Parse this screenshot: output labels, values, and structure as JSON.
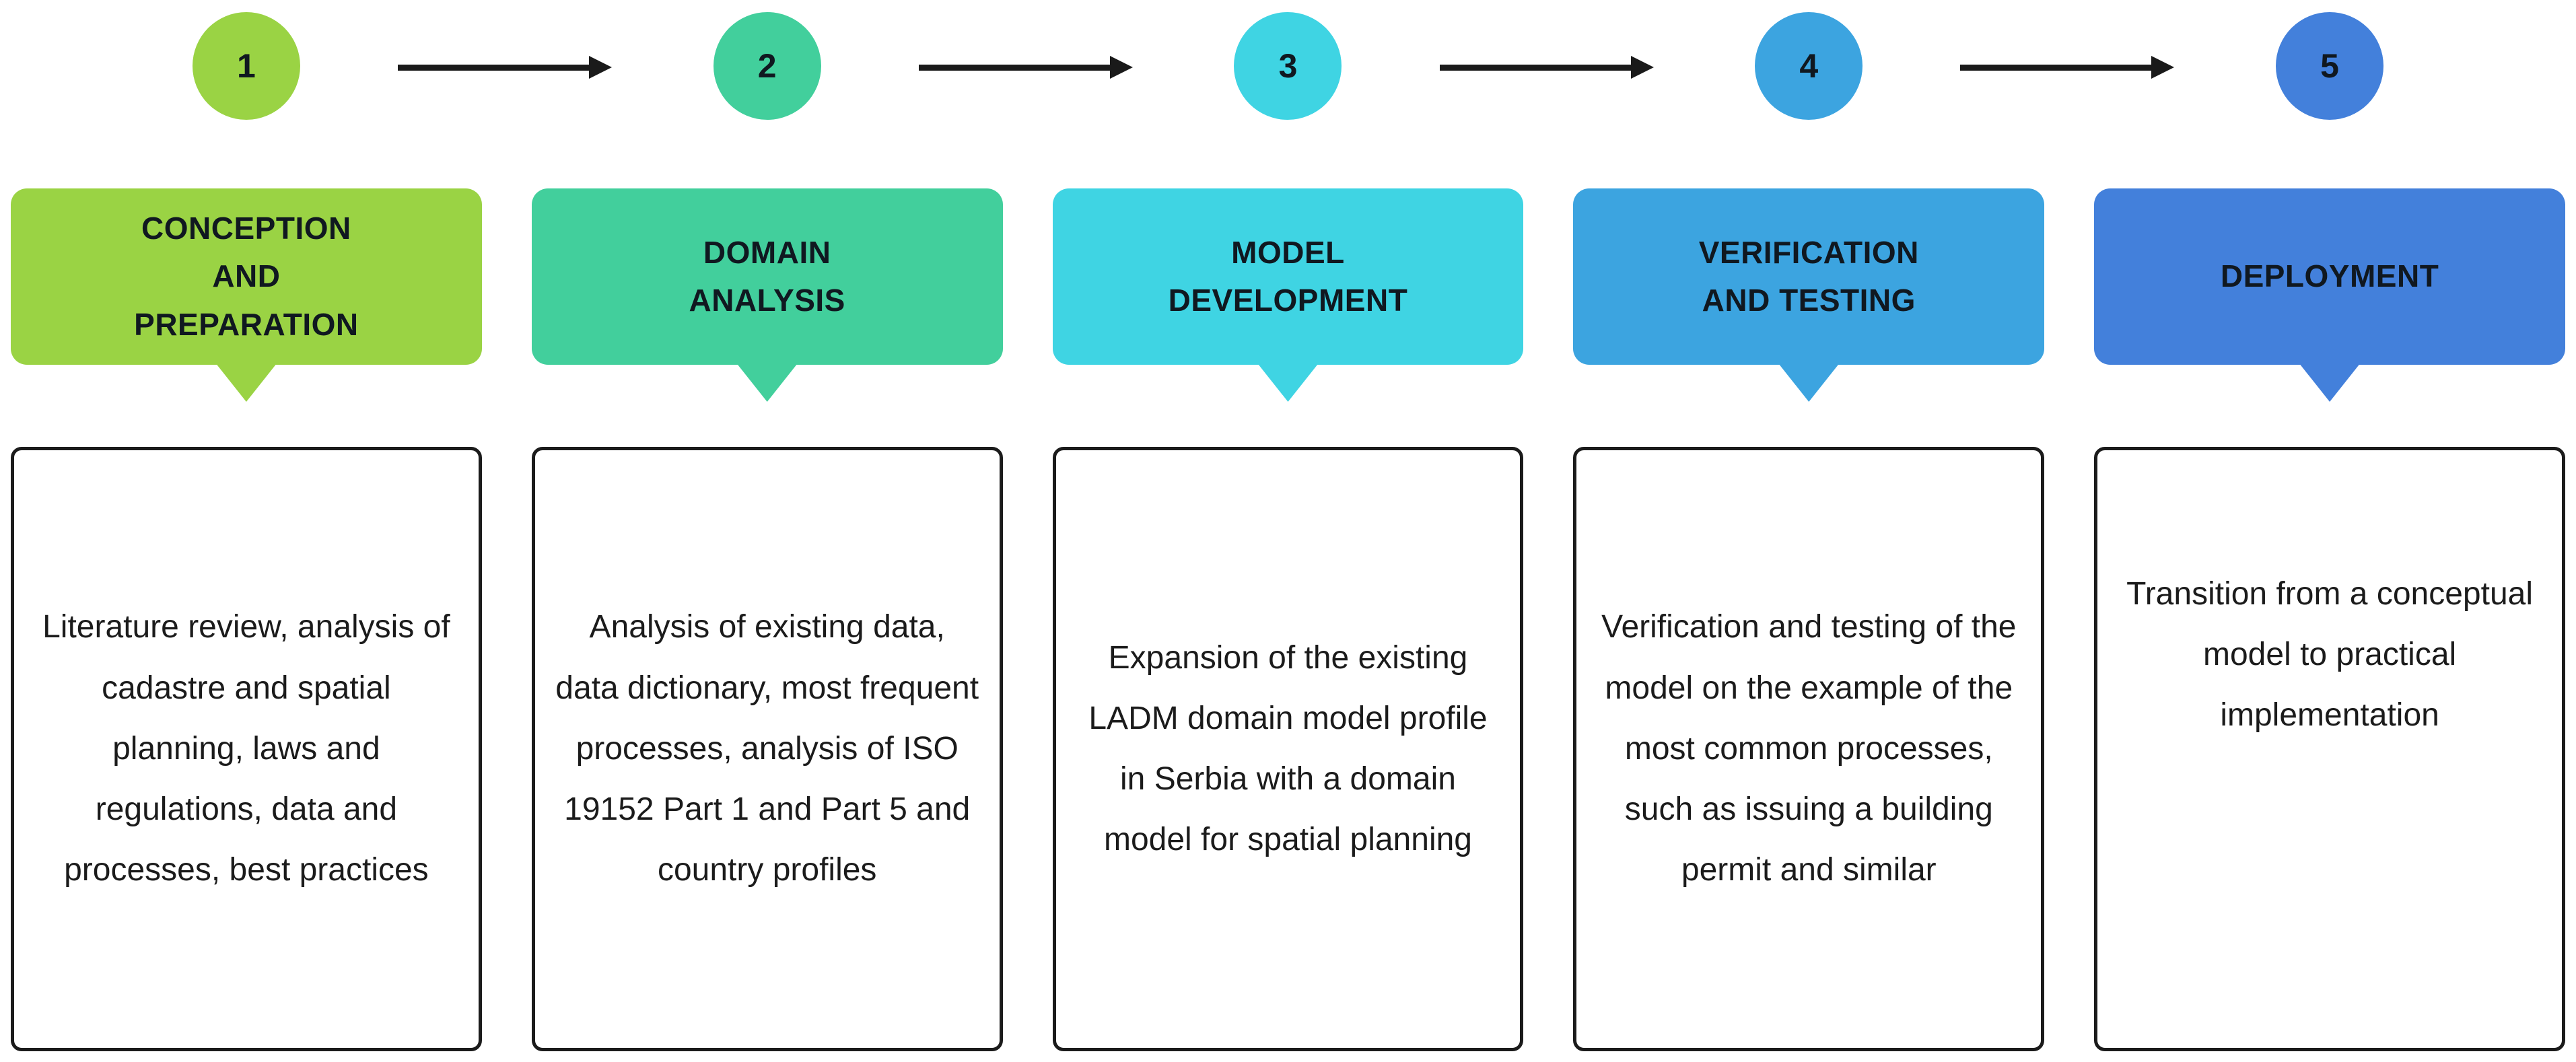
{
  "diagram": {
    "colors": {
      "arrow": "#1a1a1a",
      "box_border": "#1b1b1b",
      "title_text": "#101820",
      "body_text": "#1b1b1b",
      "background": "#ffffff"
    },
    "stages": [
      {
        "number": "1",
        "color": "#9AD344",
        "title_lines": [
          "CONCEPTION",
          "AND",
          "PREPARATION"
        ],
        "description": "Literature review, analysis of cadastre and spatial planning, laws and regulations, data and processes, best practices"
      },
      {
        "number": "2",
        "color": "#42CF9C",
        "title_lines": [
          "DOMAIN",
          "ANALYSIS"
        ],
        "description": "Analysis of existing data, data dictionary, most frequent processes, analysis of ISO 19152 Part 1 and Part 5 and country profiles"
      },
      {
        "number": "3",
        "color": "#3FD4E3",
        "title_lines": [
          "MODEL",
          "DEVELOPMENT"
        ],
        "description": "Expansion of the existing LADM domain model profile in Serbia with a domain model for spatial planning"
      },
      {
        "number": "4",
        "color": "#3CA4E0",
        "title_lines": [
          "VERIFICATION",
          "AND TESTING"
        ],
        "description": "Verification and testing of the model on the example of the most common processes, such as issuing a building permit and similar"
      },
      {
        "number": "5",
        "color": "#4380DB",
        "title_lines": [
          "DEPLOYMENT"
        ],
        "description": "Transition from a conceptual model to practical implementation"
      }
    ]
  }
}
